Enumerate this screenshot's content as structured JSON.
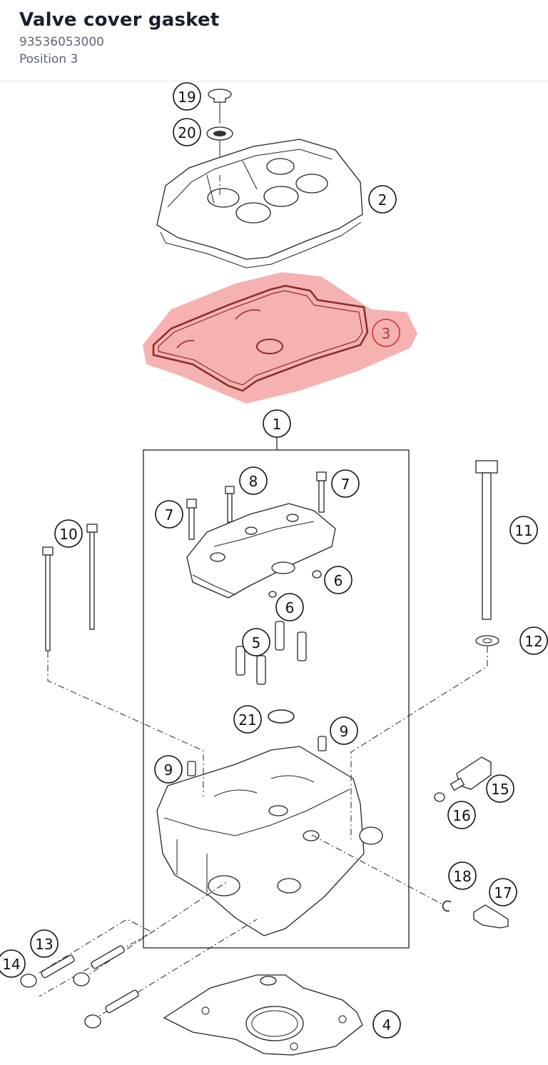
{
  "header": {
    "title": "Valve cover gasket",
    "part_number": "93536053000",
    "position": "Position 3"
  },
  "diagram": {
    "highlight_color": "#f4a3a3",
    "selected_callout": "3",
    "callouts": [
      {
        "id": "c19",
        "label": "19"
      },
      {
        "id": "c20",
        "label": "20"
      },
      {
        "id": "c2",
        "label": "2"
      },
      {
        "id": "c3",
        "label": "3"
      },
      {
        "id": "c1",
        "label": "1"
      },
      {
        "id": "c8",
        "label": "8"
      },
      {
        "id": "c7a",
        "label": "7"
      },
      {
        "id": "c7b",
        "label": "7"
      },
      {
        "id": "c10",
        "label": "10"
      },
      {
        "id": "c11",
        "label": "11"
      },
      {
        "id": "c6a",
        "label": "6"
      },
      {
        "id": "c6b",
        "label": "6"
      },
      {
        "id": "c5",
        "label": "5"
      },
      {
        "id": "c12",
        "label": "12"
      },
      {
        "id": "c21",
        "label": "21"
      },
      {
        "id": "c9a",
        "label": "9"
      },
      {
        "id": "c9b",
        "label": "9"
      },
      {
        "id": "c15",
        "label": "15"
      },
      {
        "id": "c16",
        "label": "16"
      },
      {
        "id": "c18",
        "label": "18"
      },
      {
        "id": "c17",
        "label": "17"
      },
      {
        "id": "c13",
        "label": "13"
      },
      {
        "id": "c14",
        "label": "14"
      },
      {
        "id": "c4",
        "label": "4"
      }
    ]
  }
}
